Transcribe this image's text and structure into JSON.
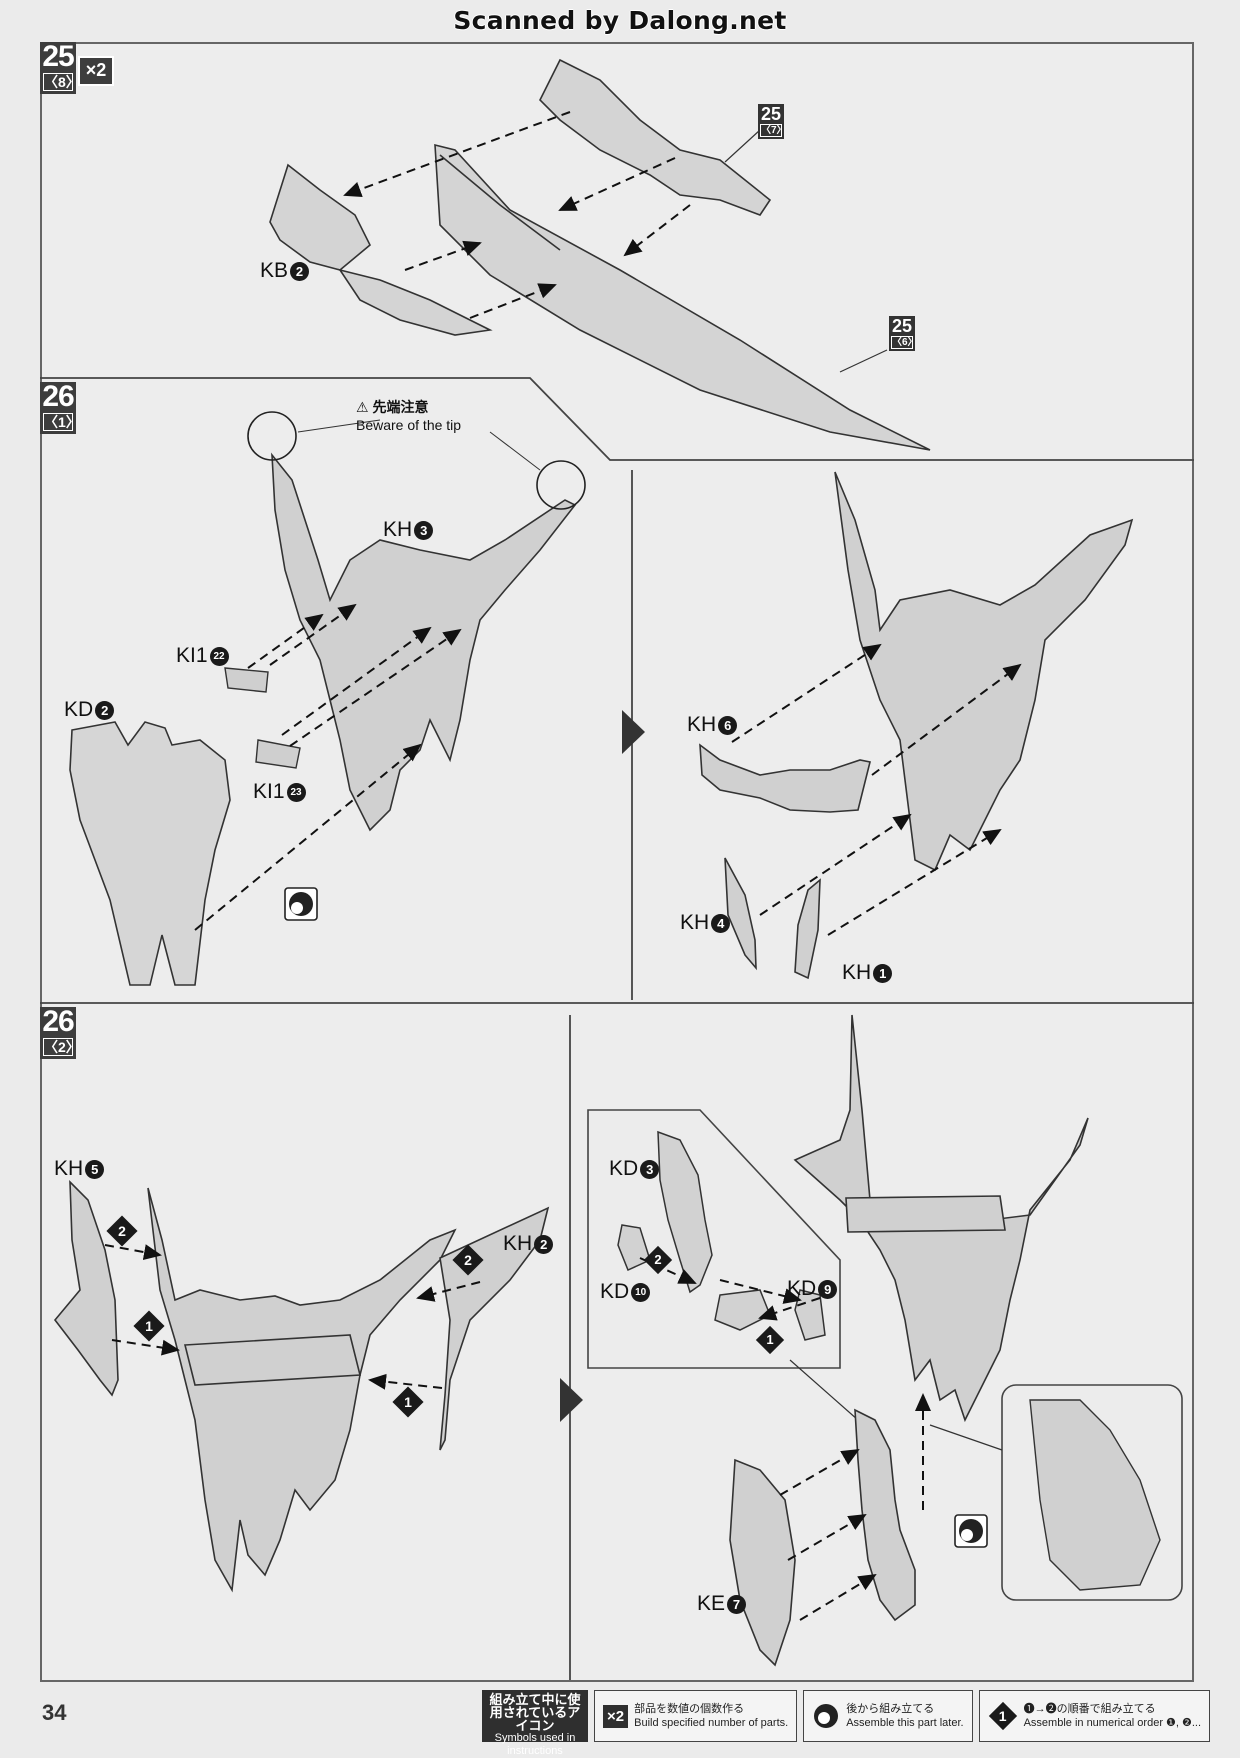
{
  "header": {
    "scanner_credit": "Scanned by Dalong.net"
  },
  "page": {
    "number": "34"
  },
  "steps": {
    "s25": {
      "num": "25",
      "sub": "〈8〉",
      "multiplier": "×2"
    },
    "s26a": {
      "num": "26",
      "sub": "〈1〉"
    },
    "s26b": {
      "num": "26",
      "sub": "〈2〉"
    }
  },
  "refs": {
    "r257": {
      "num": "25",
      "sub": "〈7〉"
    },
    "r256": {
      "num": "25",
      "sub": "〈6〉"
    }
  },
  "caution": {
    "jp": "先端注意",
    "en": "Beware of the tip"
  },
  "parts": {
    "kb2": {
      "code": "KB",
      "num": "2"
    },
    "kh3": {
      "code": "KH",
      "num": "3"
    },
    "ki122": {
      "code": "KI1",
      "num": "22"
    },
    "kd2": {
      "code": "KD",
      "num": "2"
    },
    "ki123": {
      "code": "KI1",
      "num": "23"
    },
    "kh6": {
      "code": "KH",
      "num": "6"
    },
    "kh4": {
      "code": "KH",
      "num": "4"
    },
    "kh1": {
      "code": "KH",
      "num": "1"
    },
    "kh5": {
      "code": "KH",
      "num": "5"
    },
    "kh2": {
      "code": "KH",
      "num": "2"
    },
    "kd3": {
      "code": "KD",
      "num": "3"
    },
    "kd10": {
      "code": "KD",
      "num": "10"
    },
    "kd9": {
      "code": "KD",
      "num": "9"
    },
    "ke7": {
      "code": "KE",
      "num": "7"
    }
  },
  "order_marks": {
    "first": "1",
    "second": "2"
  },
  "legend": {
    "title_jp": "組み立て中に使用されているアイコン",
    "title_en": "Symbols used in instructions",
    "multiply": {
      "icon": "×2",
      "jp": "部品を数値の個数作る",
      "en": "Build specified number of parts."
    },
    "later": {
      "jp": "後から組み立てる",
      "en": "Assemble this part later."
    },
    "order": {
      "icon": "1",
      "jp": "❶→❷の順番で組み立てる",
      "en": "Assemble in numerical order ❶, ❷..."
    }
  }
}
